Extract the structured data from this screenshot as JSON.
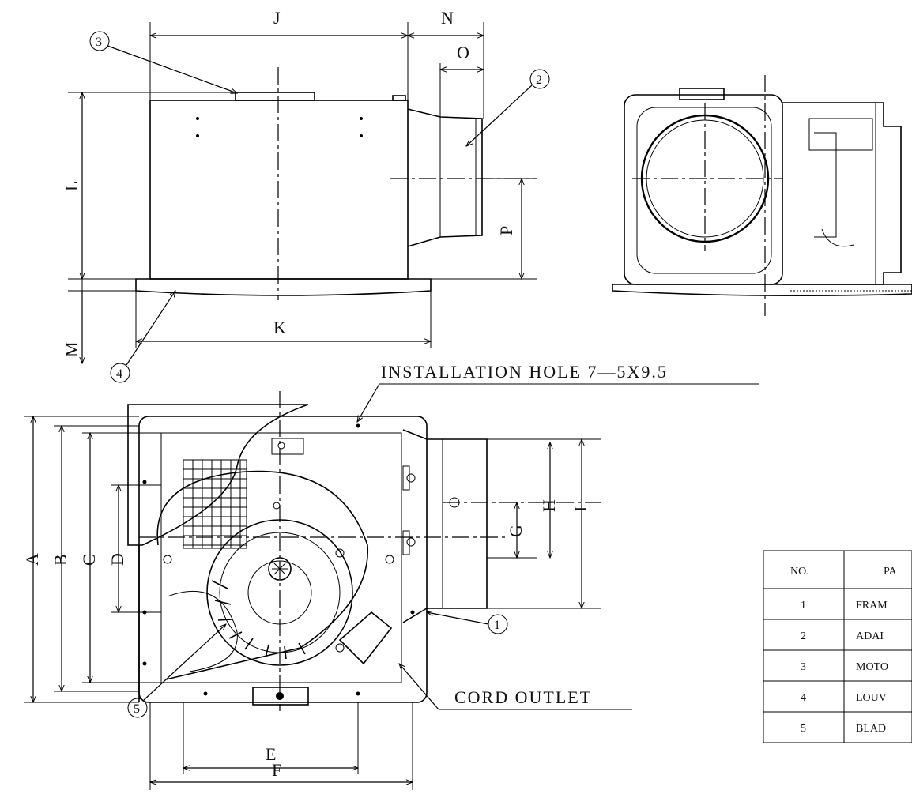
{
  "dimensions": {
    "A": "A",
    "B": "B",
    "C": "C",
    "D": "D",
    "E": "E",
    "F": "F",
    "G": "G",
    "H": "H",
    "I": "I",
    "J": "J",
    "K": "K",
    "L": "L",
    "M": "M",
    "N": "N",
    "O": "O",
    "P": "P"
  },
  "callouts": {
    "c1": "1",
    "c2": "2",
    "c3": "3",
    "c4": "4",
    "c5": "5"
  },
  "notes": {
    "installation_hole": "INSTALLATION HOLE 7—5X9.5",
    "cord_outlet": "CORD OUTLET"
  },
  "parts_table": {
    "headers": [
      "NO.",
      "PA"
    ],
    "rows": [
      {
        "no": "1",
        "part": "FRAM"
      },
      {
        "no": "2",
        "part": "ADAI"
      },
      {
        "no": "3",
        "part": "MOTO"
      },
      {
        "no": "4",
        "part": "LOUV"
      },
      {
        "no": "5",
        "part": "BLAD"
      }
    ]
  }
}
